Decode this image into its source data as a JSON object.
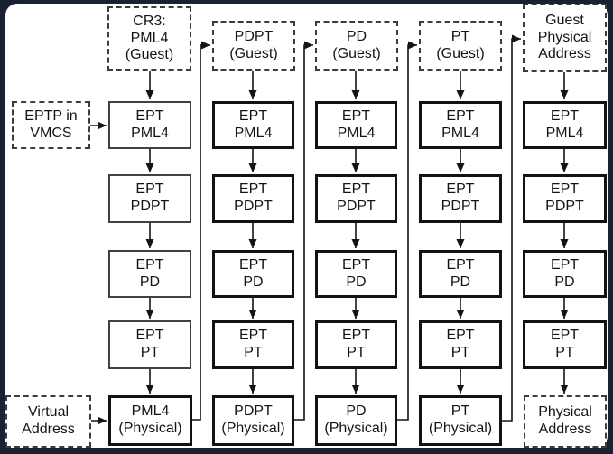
{
  "colors": {
    "frame": "#1a2130",
    "panel": "#ffffff",
    "line": "#141414"
  },
  "side_boxes": {
    "eptp": "EPTP in\nVMCS",
    "virtual_address": "Virtual\nAddress"
  },
  "columns": [
    {
      "guest": "CR3:\nPML4\n(Guest)",
      "ept": [
        "EPT\nPML4",
        "EPT\nPDPT",
        "EPT\nPD",
        "EPT\nPT"
      ],
      "physical": "PML4\n(Physical)"
    },
    {
      "guest": "PDPT\n(Guest)",
      "ept": [
        "EPT\nPML4",
        "EPT\nPDPT",
        "EPT\nPD",
        "EPT\nPT"
      ],
      "physical": "PDPT\n(Physical)"
    },
    {
      "guest": "PD\n(Guest)",
      "ept": [
        "EPT\nPML4",
        "EPT\nPDPT",
        "EPT\nPD",
        "EPT\nPT"
      ],
      "physical": "PD\n(Physical)"
    },
    {
      "guest": "PT\n(Guest)",
      "ept": [
        "EPT\nPML4",
        "EPT\nPDPT",
        "EPT\nPD",
        "EPT\nPT"
      ],
      "physical": "PT\n(Physical)"
    },
    {
      "guest": "Guest\nPhysical\nAddress",
      "ept": [
        "EPT\nPML4",
        "EPT\nPDPT",
        "EPT\nPD",
        "EPT\nPT"
      ],
      "physical": "Physical\nAddress"
    }
  ]
}
